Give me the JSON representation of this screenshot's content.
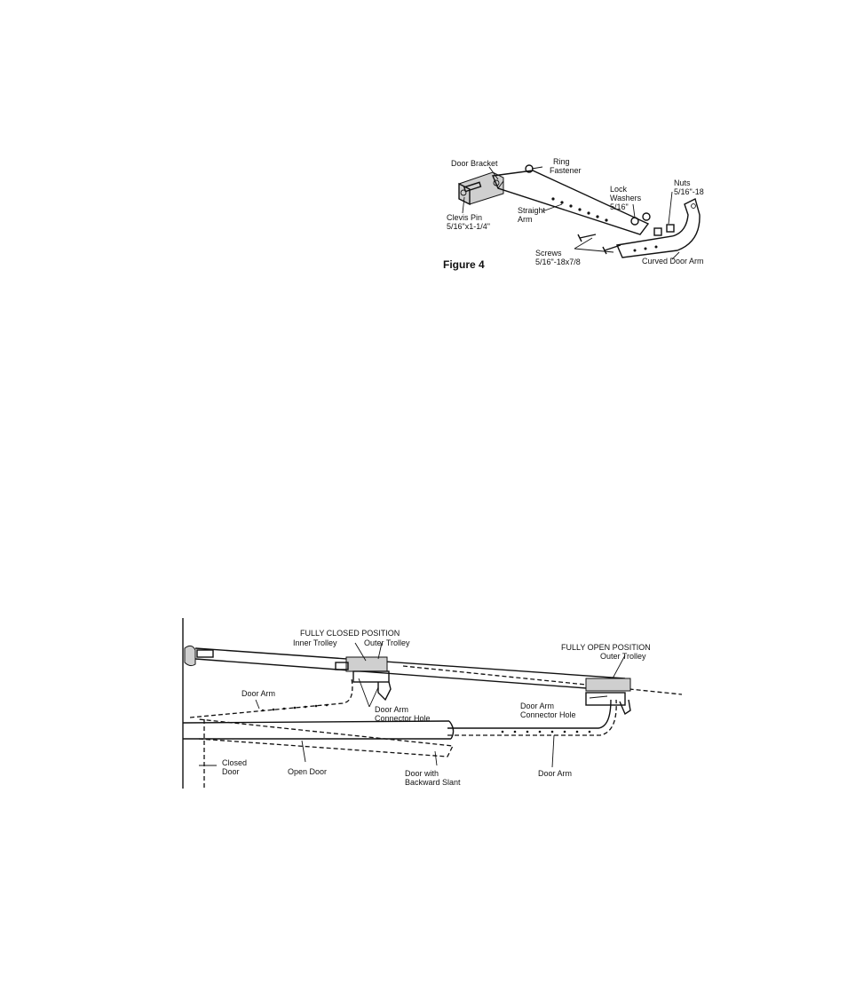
{
  "figure4": {
    "title": "Figure 4",
    "labels": {
      "door_bracket": "Door Bracket",
      "ring_fastener_1": "Ring",
      "ring_fastener_2": "Fastener",
      "clevis_pin_1": "Clevis Pin",
      "clevis_pin_2": "5/16\"x1-1/4\"",
      "straight_arm_1": "Straight",
      "straight_arm_2": "Arm",
      "lock_washers_1": "Lock",
      "lock_washers_2": "Washers",
      "lock_washers_3": "5/16\"",
      "nuts_1": "Nuts",
      "nuts_2": "5/16\"-18",
      "screws_1": "Screws",
      "screws_2": "5/16\"-18x7/8",
      "curved_door_arm": "Curved Door Arm"
    }
  },
  "figure5": {
    "labels": {
      "fully_closed": "FULLY CLOSED POSITION",
      "inner_trolley": "Inner Trolley",
      "outer_trolley": "Outer Trolley",
      "fully_open": "FULLY OPEN POSITION",
      "outer_trolley_open": "Outer Trolley",
      "door_arm_left": "Door Arm",
      "connector_hole_left_1": "Door Arm",
      "connector_hole_left_2": "Connector Hole",
      "connector_hole_right_1": "Door Arm",
      "connector_hole_right_2": "Connector Hole",
      "closed_door_1": "Closed",
      "closed_door_2": "Door",
      "open_door": "Open Door",
      "backward_slant_1": "Door with",
      "backward_slant_2": "Backward Slant",
      "door_arm_right": "Door Arm"
    }
  }
}
